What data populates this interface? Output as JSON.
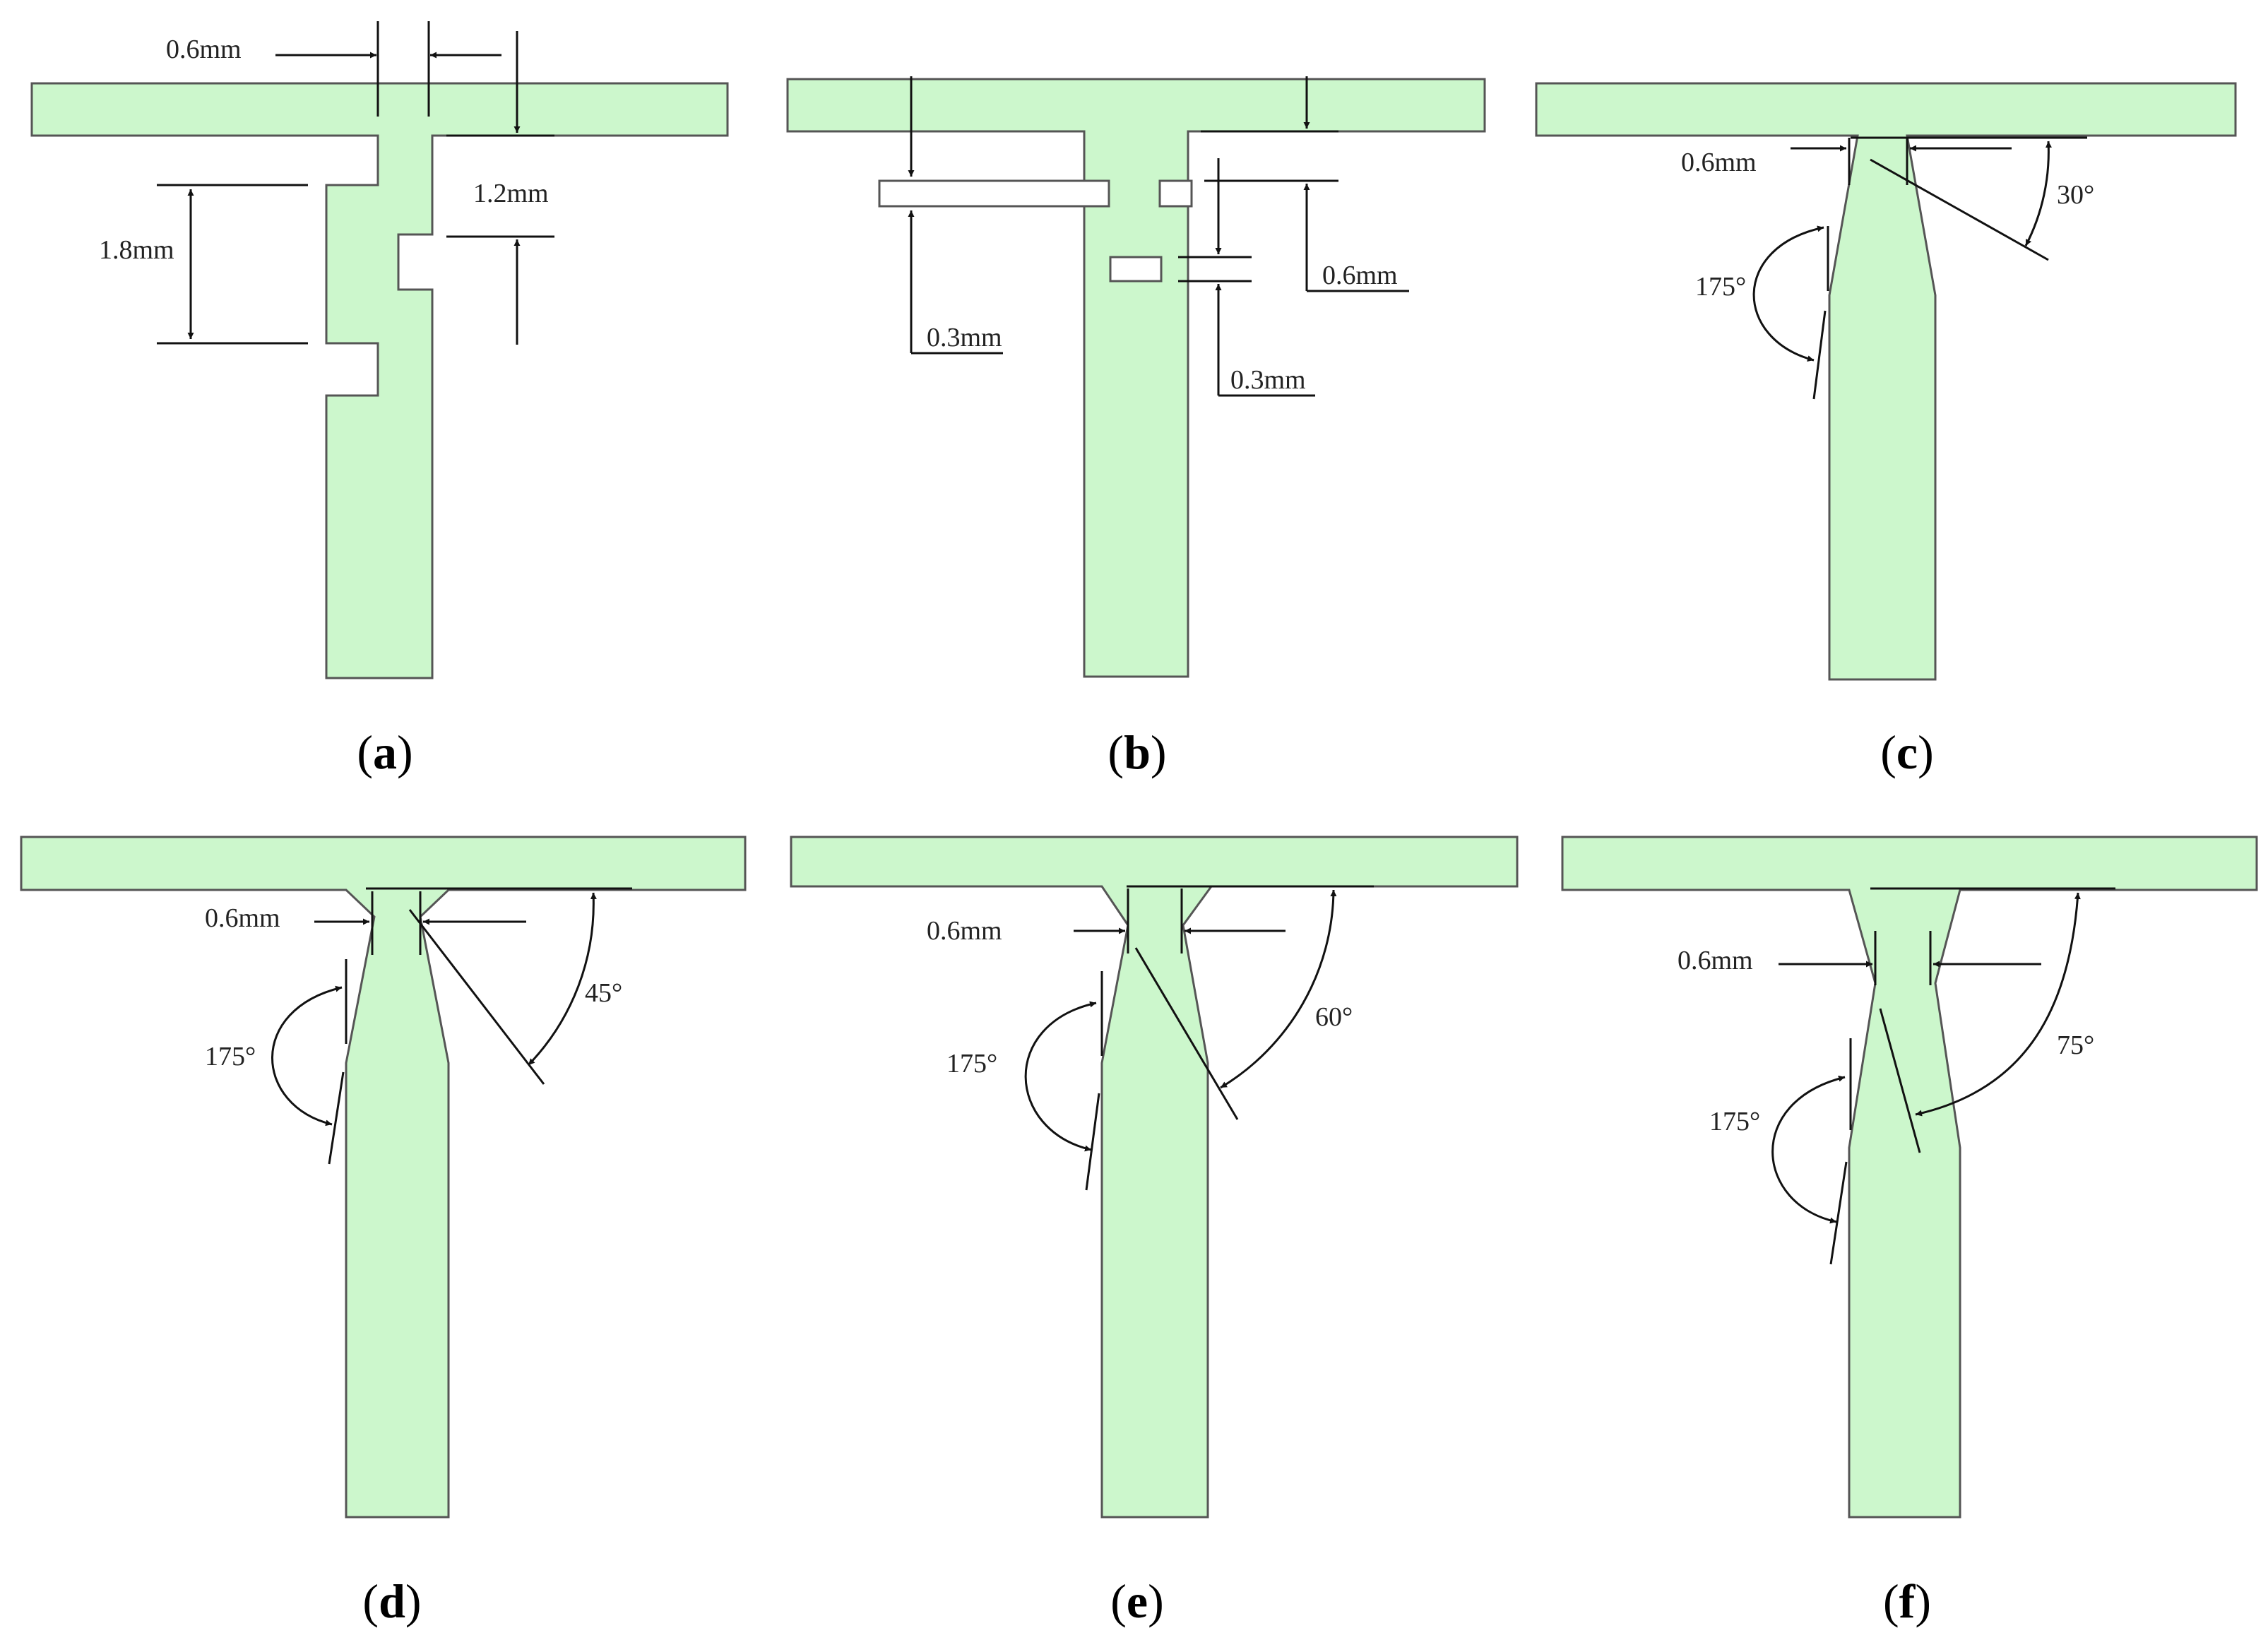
{
  "panels": [
    {
      "id": "a",
      "dims": [
        "0.6mm",
        "1.2mm",
        "1.8mm"
      ]
    },
    {
      "id": "b",
      "dims": [
        "0.3mm",
        "0.6mm",
        "0.3mm"
      ]
    },
    {
      "id": "c",
      "dims": [
        "0.6mm",
        "30°",
        "175°"
      ]
    },
    {
      "id": "d",
      "dims": [
        "0.6mm",
        "45°",
        "175°"
      ]
    },
    {
      "id": "e",
      "dims": [
        "0.6mm",
        "60°",
        "175°"
      ]
    },
    {
      "id": "f",
      "dims": [
        "0.6mm",
        "75°",
        "175°"
      ]
    }
  ],
  "colors": {
    "part_fill": "#ccf7cc",
    "outline": "#555555",
    "dimension": "#111111"
  }
}
